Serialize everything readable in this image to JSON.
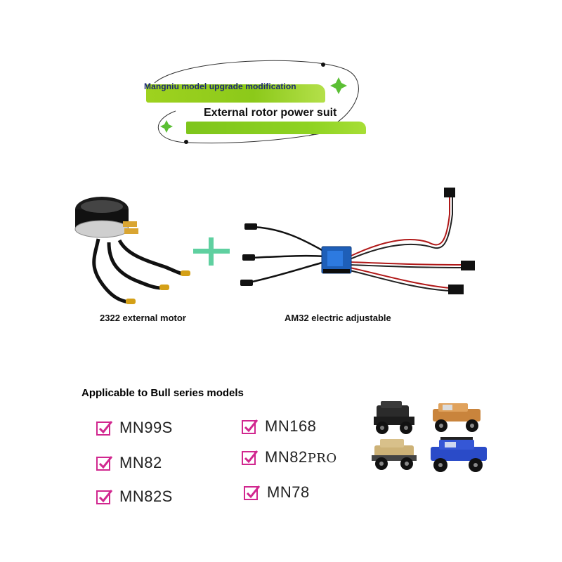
{
  "banner": {
    "subtitle": "Mangniu model upgrade modification",
    "title": "External rotor power suit"
  },
  "products": {
    "motor_caption": "2322 external motor",
    "esc_caption": "AM32 electric adjustable",
    "plus_icon": "plus-icon"
  },
  "models": {
    "heading": "Applicable to Bull series models",
    "items": [
      {
        "name": "MN99S"
      },
      {
        "name": "MN168"
      },
      {
        "name": "MN82"
      },
      {
        "name": "MN82",
        "suffix": "PRO"
      },
      {
        "name": "MN82S"
      },
      {
        "name": "MN78"
      }
    ]
  },
  "colors": {
    "accent_green": "#8cc91a",
    "check_magenta": "#d1278f",
    "subtitle_navy": "#1d2a73"
  }
}
